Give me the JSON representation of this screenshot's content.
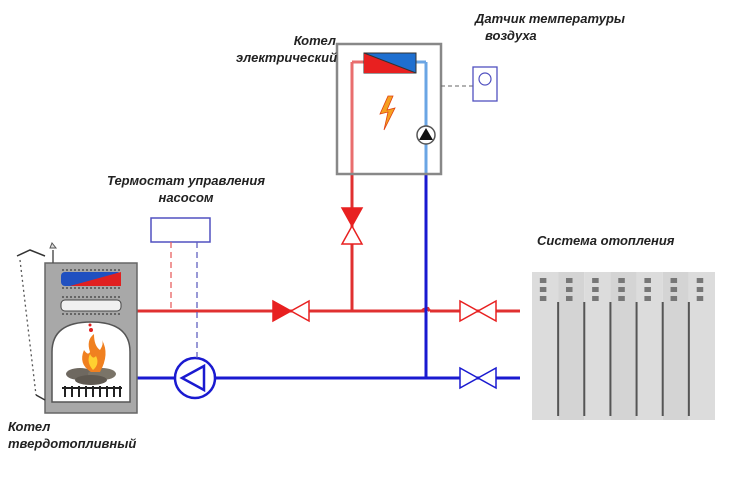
{
  "labels": {
    "electric_boiler": [
      "Котел",
      "электрический"
    ],
    "air_sensor": [
      "Датчик температуры",
      "воздуха"
    ],
    "pump_thermostat": [
      "Термостат управления",
      "насосом"
    ],
    "heating_system": "Система отопления",
    "solid_fuel_boiler": [
      "Котел",
      "твердотопливный"
    ]
  },
  "colors": {
    "supply": "#e03030",
    "return": "#1a1ad0",
    "return_light": "#2a7fd8",
    "control": "#5050c0",
    "housing": "#888888"
  }
}
